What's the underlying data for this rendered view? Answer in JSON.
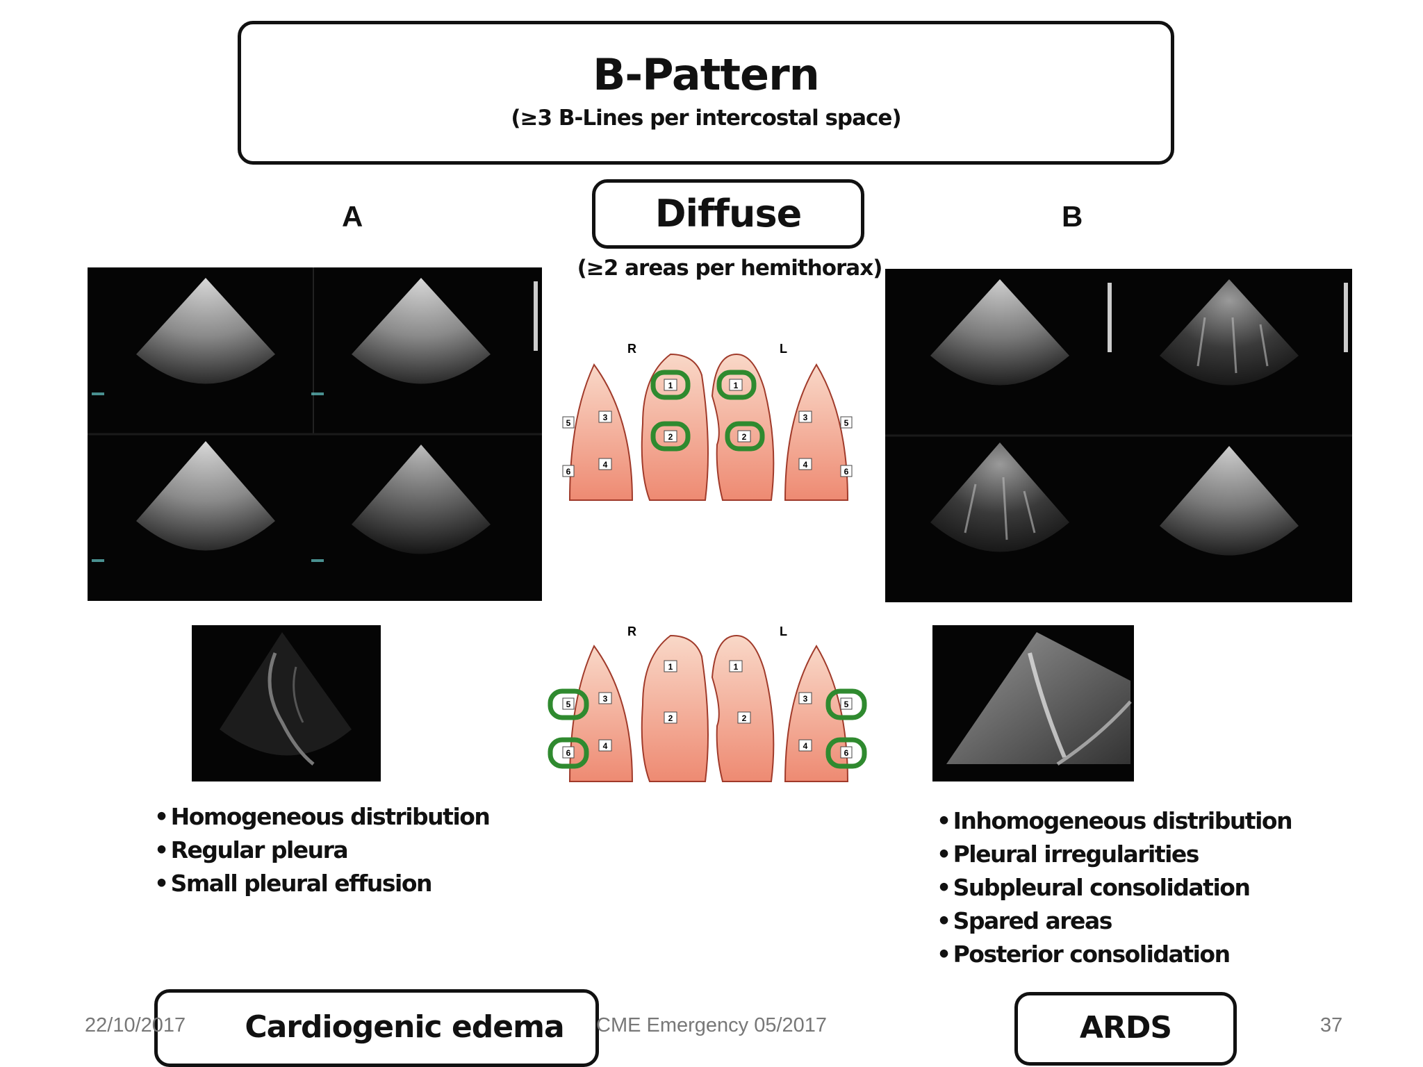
{
  "title": {
    "main": "B-Pattern",
    "sub": "(≥3 B-Lines per intercostal space)"
  },
  "center": {
    "label": "Diffuse",
    "sub": "(≥2 areas per hemithorax)"
  },
  "lung_map": {
    "side_right": "R",
    "side_left": "L",
    "top_highlighted": [
      "1",
      "2"
    ],
    "bottom_highlighted": [
      "5",
      "6"
    ],
    "zones": [
      "1",
      "2",
      "3",
      "4",
      "5",
      "6"
    ]
  },
  "panel_a": {
    "letter": "A",
    "bullets": [
      "Homogeneous distribution",
      "Regular pleura",
      "Small pleural effusion"
    ],
    "label": "Cardiogenic edema"
  },
  "panel_b": {
    "letter": "B",
    "bullets": [
      "Inhomogeneous distribution",
      "Pleural irregularities",
      "Subpleural consolidation",
      "Spared areas",
      "Posterior consolidation"
    ],
    "label": "ARDS"
  },
  "footer": {
    "date": "22/10/2017",
    "event": "CME Emergency 05/2017",
    "page": "37"
  },
  "colors": {
    "lung_fill": "#f4a48e",
    "lung_light": "#f9d5c4",
    "highlight": "#2f8a2f",
    "ultrasound_bg": "#050505"
  }
}
